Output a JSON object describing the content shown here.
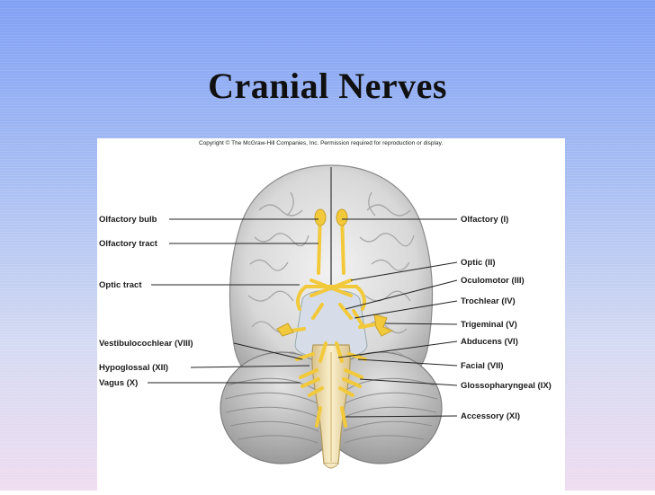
{
  "slide": {
    "title": "Cranial Nerves"
  },
  "figure": {
    "copyright": "Copyright © The McGraw-Hill Companies, Inc. Permission required for reproduction or display.",
    "left_labels": [
      "Olfactory bulb",
      "Olfactory tract",
      "Optic tract",
      "Vestibulocochlear (VIII)",
      "Hypoglossal (XII)",
      "Vagus (X)"
    ],
    "right_labels": [
      "Olfactory (I)",
      "Optic (II)",
      "Oculomotor (III)",
      "Trochlear (IV)",
      "Trigeminal (V)",
      "Abducens (VI)",
      "Facial (VII)",
      "Glossopharyngeal (IX)",
      "Accessory (XI)"
    ]
  }
}
